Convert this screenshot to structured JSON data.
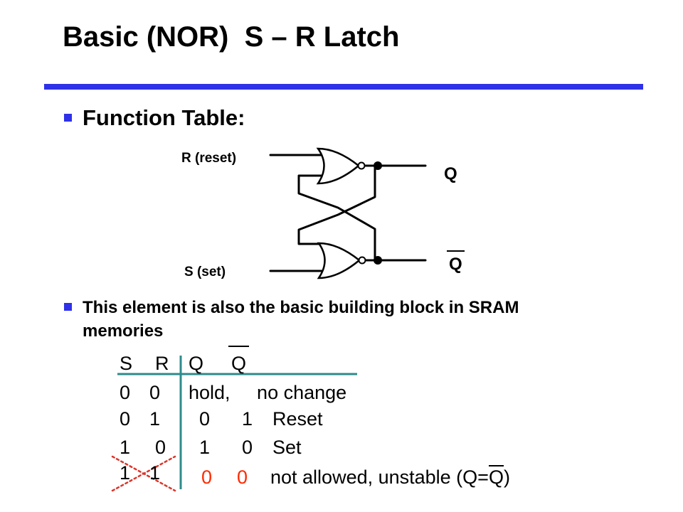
{
  "slide": {
    "title": "Basic (NOR)  S – R Latch",
    "heading": "Function Table:",
    "body": "This element is also the basic building block in SRAM memories"
  },
  "circuit": {
    "reset_label": "R (reset)",
    "set_label": "S (set)",
    "q_label": "Q",
    "qbar_label": "Q"
  },
  "table": {
    "headers": [
      "S",
      "R",
      "Q",
      "Q"
    ],
    "rows": [
      {
        "s": "0",
        "r": "0",
        "q": "",
        "qbar": "",
        "desc": "hold,     no change"
      },
      {
        "s": "0",
        "r": "1",
        "q": "0",
        "qbar": "1",
        "desc": "Reset"
      },
      {
        "s": "1",
        "r": "0",
        "q": "1",
        "qbar": "0",
        "desc": "Set"
      },
      {
        "s": "1",
        "r": "1",
        "q": "0",
        "qbar": "0",
        "desc": "not allowed, unstable (Q=",
        "desc_bar": "Q",
        "desc_end": ")"
      }
    ]
  },
  "colors": {
    "accent": "#2f31e8",
    "table_rule": "#2e8b8b",
    "invalid_values": "#ff2a00",
    "cross_out": "#d9362c"
  }
}
